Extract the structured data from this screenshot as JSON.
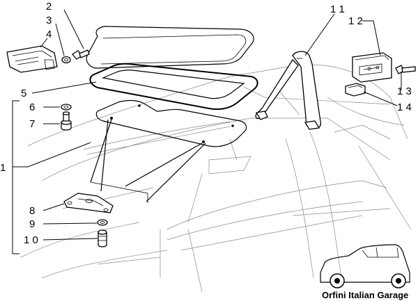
{
  "callouts": {
    "c1": "1",
    "c2": "2",
    "c3": "3",
    "c4": "4",
    "c5": "5",
    "c6": "6",
    "c7": "7",
    "c8": "8",
    "c9": "9",
    "c10": "1 0",
    "c11": "1 1",
    "c12": "1 2",
    "c13": "1 3",
    "c14": "1 4"
  },
  "watermark": {
    "text": "Orfini Italian Garage"
  }
}
